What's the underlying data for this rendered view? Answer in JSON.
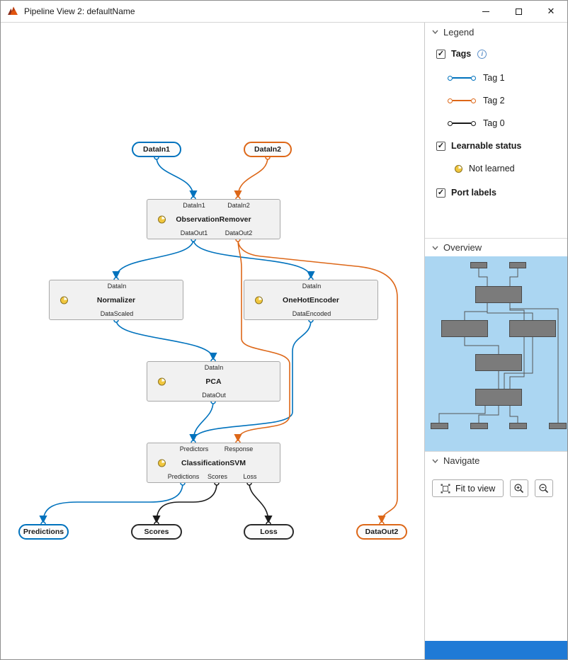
{
  "window": {
    "title": "Pipeline View 2: defaultName"
  },
  "icons": {
    "close": "✕",
    "check": "✓",
    "info": "i"
  },
  "colors": {
    "tag1_blue": "#0072BD",
    "tag2_orange": "#DD6718",
    "tag0_black": "#1A1A1A",
    "not_learned_yellow": "#F1C73E",
    "minimap_bg": "#ABD6F2",
    "bottom_bar_blue": "#1F7AD6"
  },
  "canvas": {
    "source_nodes": [
      {
        "label": "DataIn1",
        "tag": "Tag 1"
      },
      {
        "label": "DataIn2",
        "tag": "Tag 2"
      }
    ],
    "blocks": [
      {
        "name": "ObservationRemover",
        "inputs": [
          "DataIn1",
          "DataIn2"
        ],
        "outputs": [
          "DataOut1",
          "DataOut2"
        ],
        "status": "Not learned"
      },
      {
        "name": "Normalizer",
        "inputs": [
          "DataIn"
        ],
        "outputs": [
          "DataScaled"
        ],
        "status": "Not learned"
      },
      {
        "name": "OneHotEncoder",
        "inputs": [
          "DataIn"
        ],
        "outputs": [
          "DataEncoded"
        ],
        "status": "Not learned"
      },
      {
        "name": "PCA",
        "inputs": [
          "DataIn"
        ],
        "outputs": [
          "DataOut"
        ],
        "status": "Not learned"
      },
      {
        "name": "ClassificationSVM",
        "inputs": [
          "Predictors",
          "Response"
        ],
        "outputs": [
          "Predictions",
          "Scores",
          "Loss"
        ],
        "status": "Not learned"
      }
    ],
    "sink_nodes": [
      {
        "label": "Predictions",
        "tag": "Tag 1"
      },
      {
        "label": "Scores",
        "tag": "Tag 0"
      },
      {
        "label": "Loss",
        "tag": "Tag 0"
      },
      {
        "label": "DataOut2",
        "tag": "Tag 2"
      }
    ]
  },
  "sidebar": {
    "legend": {
      "header": "Legend",
      "tags_checkbox": "Tags",
      "tag_items": [
        {
          "label": "Tag 1",
          "color": "#0072BD"
        },
        {
          "label": "Tag 2",
          "color": "#DD6718"
        },
        {
          "label": "Tag 0",
          "color": "#1A1A1A"
        }
      ],
      "learnable_checkbox": "Learnable status",
      "not_learned_label": "Not learned",
      "port_labels_checkbox": "Port labels"
    },
    "overview": {
      "header": "Overview"
    },
    "navigate": {
      "header": "Navigate",
      "fit_to_view_label": "Fit to view"
    }
  }
}
